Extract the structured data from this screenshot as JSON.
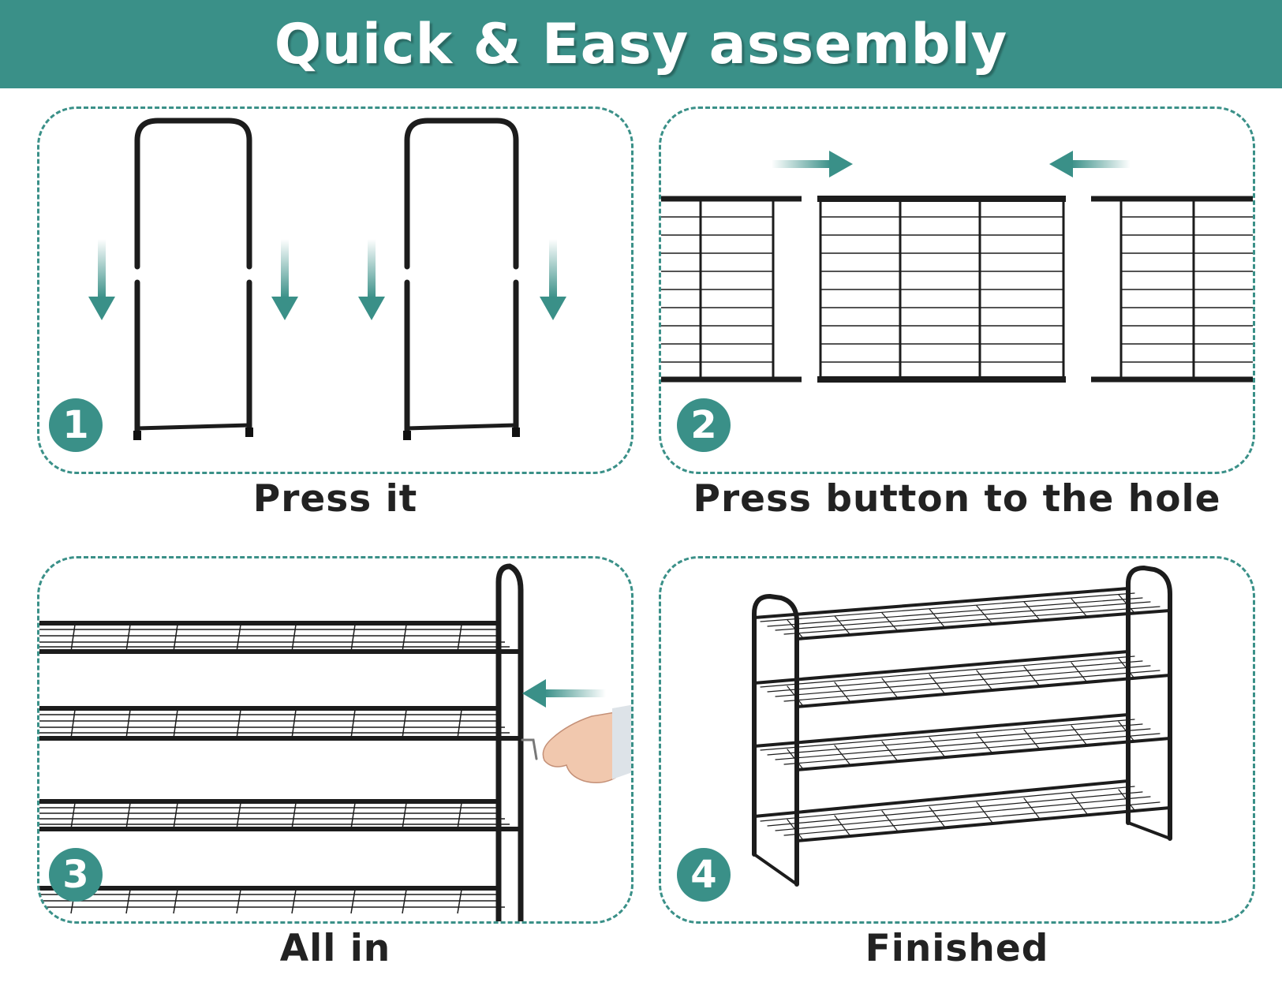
{
  "banner": {
    "title": "Quick & Easy assembly"
  },
  "colors": {
    "accent": "#3a9088",
    "frame": "#1c1c1c",
    "background": "#ffffff"
  },
  "steps": [
    {
      "number": "1",
      "caption": "Press it"
    },
    {
      "number": "2",
      "caption": "Press button to the hole"
    },
    {
      "number": "3",
      "caption": "All in"
    },
    {
      "number": "4",
      "caption": "Finished"
    }
  ]
}
